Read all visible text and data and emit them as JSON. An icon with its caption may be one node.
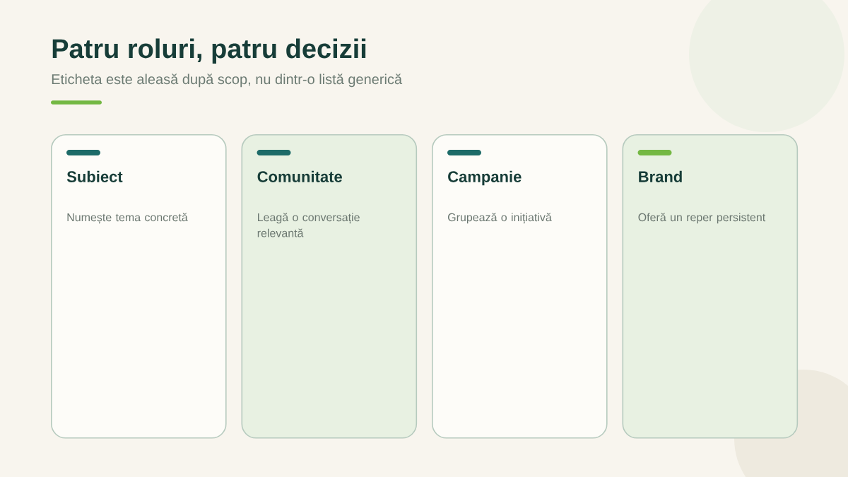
{
  "diagram": {
    "title": "Patru roluri, patru decizii",
    "nodes": [
      {
        "text": [
          "Subiect",
          "Numește tema concretă"
        ]
      },
      {
        "text": [
          "Comunitate",
          "Leagă o conversație relevantă"
        ]
      },
      {
        "text": [
          "Campanie",
          "Grupează o inițiativă"
        ]
      },
      {
        "text": [
          "Brand",
          "Oferă un reper persistent"
        ]
      }
    ],
    "labels": [
      "Eticheta este aleasă după scop, nu dintr-o listă generică"
    ]
  }
}
